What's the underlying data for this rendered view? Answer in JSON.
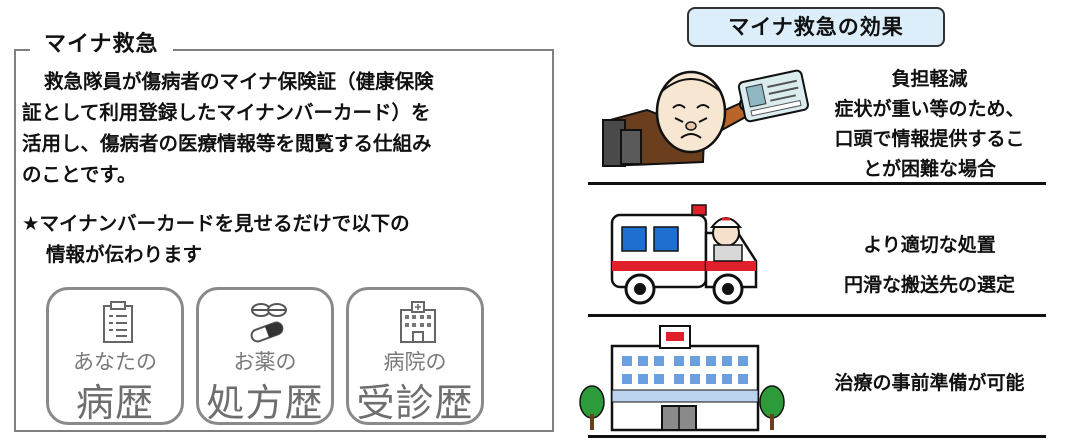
{
  "left": {
    "title": "マイナ救急",
    "description_lines": [
      "救急隊員が傷病者のマイナ保険証（健康保険",
      "証として利用登録したマイナンバーカード）を",
      "活用し、傷病者の医療情報等を閲覧する仕組み",
      "のことです。"
    ],
    "star_lines": [
      "★マイナンバーカードを見せるだけで以下の",
      "情報が伝わります"
    ],
    "cards": [
      {
        "small": "あなたの",
        "big": "病歴",
        "icon": "clipboard-icon"
      },
      {
        "small": "お薬の",
        "big": "処方歴",
        "icon": "pills-icon"
      },
      {
        "small": "病院の",
        "big": "受診歴",
        "icon": "hospital-building-icon"
      }
    ]
  },
  "right": {
    "title": "マイナ救急の効果",
    "effects": [
      {
        "lines": [
          "負担軽減",
          "症状が重い等のため、",
          "口頭で情報提供するこ",
          "とが困難な場合"
        ],
        "icon": "patient-with-card-icon"
      },
      {
        "lines": [
          "より適切な処置",
          "円滑な搬送先の選定"
        ],
        "icon": "ambulance-icon"
      },
      {
        "lines": [
          "治療の事前準備が可能"
        ],
        "icon": "hospital-icon"
      }
    ]
  },
  "colors": {
    "title_bg": "#dceefa",
    "ambulance_red": "#e0202a",
    "ambulance_blue": "#1e6fd0",
    "card_border": "#8a8a8a"
  }
}
